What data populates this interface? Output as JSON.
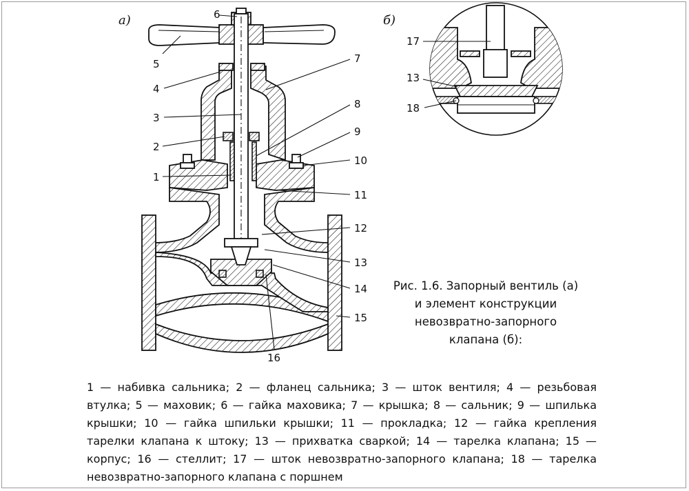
{
  "panels": {
    "a": "а)",
    "b": "б)"
  },
  "labels_a": [
    "1",
    "2",
    "3",
    "4",
    "5",
    "6",
    "7",
    "8",
    "9",
    "10",
    "11",
    "12",
    "13",
    "14",
    "15",
    "16"
  ],
  "labels_b": [
    "17",
    "13",
    "18"
  ],
  "caption": "Рис. 1.6. Запорный вентиль (а) и элемент конструкции невозвратно-запорного клапана (б):",
  "legend": "1 — набивка сальника; 2 — фланец сальника; 3 — шток вентиля; 4 — резьбовая втулка; 5 — маховик; 6 — гайка маховика; 7 — крышка; 8 — сальник; 9 — шпилька крышки; 10 — гайка шпильки крышки; 11 — прокладка; 12 — гайка крепления тарелки клапана к штоку; 13 — прихватка сваркой; 14 — тарелка клапана; 15 — корпус; 16 — стеллит; 17 — шток невозвратно-запорного клапана; 18 — тарелка невозвратно-запорного клапана с поршнем"
}
